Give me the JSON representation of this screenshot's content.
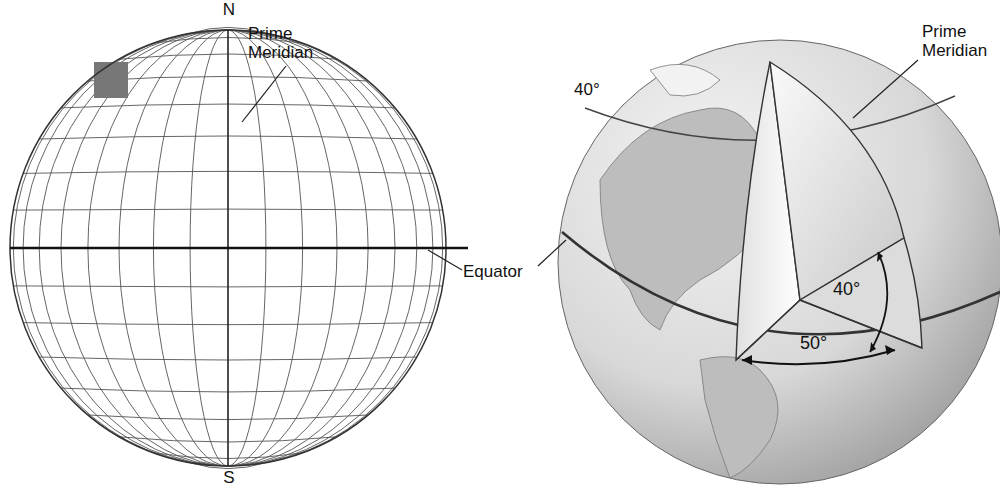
{
  "diagram": {
    "labels": [
      "N",
      "Prime Meridian",
      "S",
      "Equator",
      "40°",
      "Prime Meridian",
      "40°",
      "50°"
    ]
  }
}
